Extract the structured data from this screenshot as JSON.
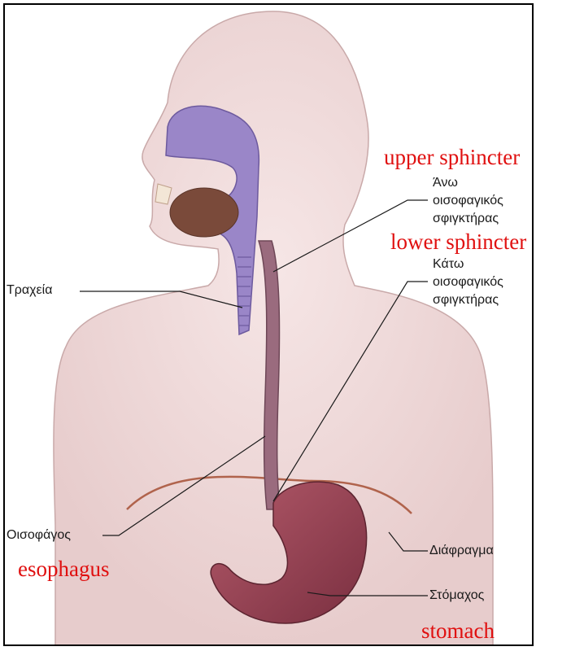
{
  "labels_gr": {
    "trachea": "Τραχεία",
    "upper_sphincter": [
      "Άνω",
      "οισοφαγικός",
      "σφιγκτήρας"
    ],
    "lower_sphincter": [
      "Κάτω",
      "οισοφαγικός",
      "σφιγκτήρας"
    ],
    "esophagus": "Οισοφάγος",
    "diaphragm": "Διάφραγμα",
    "stomach": "Στόμαχος"
  },
  "labels_en": {
    "upper_sphincter": "upper sphincter",
    "lower_sphincter": "lower sphincter",
    "esophagus": "esophagus",
    "stomach": "stomach"
  },
  "colors": {
    "skin": "#efdada",
    "skin_outline": "#c9a9a9",
    "airway": "#9a86c8",
    "airway_dark": "#6d5a9e",
    "esophagus": "#9a6b7e",
    "stomach": "#8f3e4e",
    "tongue": "#7a4a3a",
    "diaphragm": "#b0634c",
    "annotation_red": "#e01010"
  }
}
